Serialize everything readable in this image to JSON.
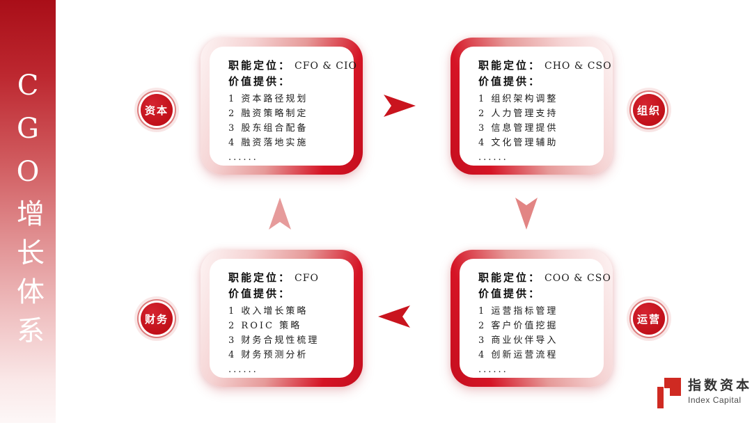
{
  "sidebar": {
    "title": "CGO增长体系"
  },
  "diagram": {
    "nodes": [
      {
        "badge": "资本",
        "role_label": "职能定位：",
        "role_value": "CFO & CIO",
        "value_label": "价值提供：",
        "items": [
          "1 资本路径规划",
          "2 融资策略制定",
          "3 股东组合配备",
          "4 融资落地实施",
          "......"
        ]
      },
      {
        "badge": "组织",
        "role_label": "职能定位：",
        "role_value": "CHO & CSO",
        "value_label": "价值提供：",
        "items": [
          "1 组织架构调整",
          "2 人力管理支持",
          "3 信息管理提供",
          "4 文化管理辅助",
          "......"
        ]
      },
      {
        "badge": "财务",
        "role_label": "职能定位：",
        "role_value": "CFO",
        "value_label": "价值提供：",
        "items": [
          "1 收入增长策略",
          "2 ROIC 策略",
          "3 财务合规性梳理",
          "4 财务预测分析",
          "......"
        ]
      },
      {
        "badge": "运营",
        "role_label": "职能定位：",
        "role_value": "COO & CSO",
        "value_label": "价值提供：",
        "items": [
          "1 运营指标管理",
          "2 客户价值挖掘",
          "3 商业伙伴导入",
          "4 创新运营流程",
          "......"
        ]
      }
    ],
    "arrows": [
      {
        "name": "top-right-flow",
        "direction": "right",
        "color": "#c9141e"
      },
      {
        "name": "right-down-flow",
        "direction": "down",
        "color": "#e28584"
      },
      {
        "name": "bottom-left-flow",
        "direction": "left",
        "color": "#c9141e"
      },
      {
        "name": "left-up-flow",
        "direction": "up",
        "color": "#e69b9b"
      }
    ]
  },
  "logo": {
    "name_cn": "指数资本",
    "name_en": "Index Capital",
    "mark_color": "#cf2a22"
  },
  "colors": {
    "accent_red": "#c50e1e",
    "soft_pink": "#f5d3d3",
    "badge_red": "#c11019",
    "bar_top_red": "#a90e18"
  }
}
